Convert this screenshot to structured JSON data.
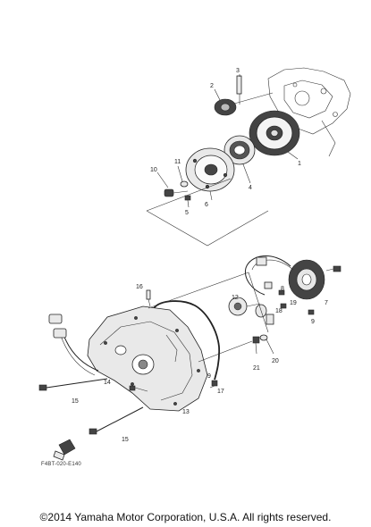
{
  "diagram": {
    "callouts": [
      "3",
      "2",
      "1",
      "4",
      "10",
      "11",
      "5",
      "6",
      "16",
      "7",
      "8",
      "19",
      "18",
      "15",
      "14",
      "17",
      "21",
      "20",
      "13",
      "12",
      "9",
      "15",
      "9"
    ],
    "figure_code": "F4BT-020-E140",
    "copyright": "©2014 Yamaha Motor Corporation, U.S.A. All rights reserved."
  }
}
